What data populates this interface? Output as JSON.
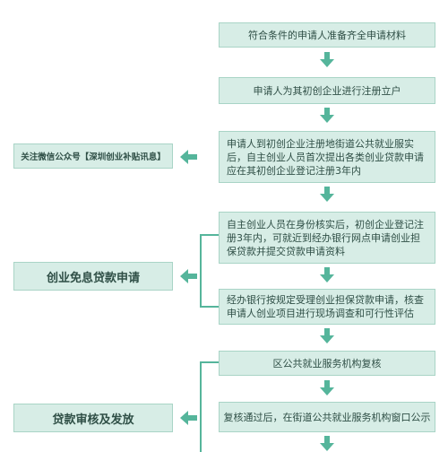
{
  "colors": {
    "box_fill": "#d7ede6",
    "box_border": "#a9d4c6",
    "arrow": "#55b59b",
    "text": "#2f4f46"
  },
  "steps": [
    {
      "text": "符合条件的申请人准备齐全申请材料"
    },
    {
      "text": "申请人为其初创企业进行注册立户"
    },
    {
      "text": "申请人到初创企业注册地街道公共就业服实后，自主创业人员首次提出各类创业贷款申请应在其初创企业登记注册3年内"
    },
    {
      "text": "自主创业人员在身份核实后，初创企业登记注册3年内，可就近到经办银行网点申请创业担保贷款并提交贷款申请资料"
    },
    {
      "text": "经办银行按规定受理创业担保贷款申请，核查申请人创业项目进行现场调查和可行性评估"
    },
    {
      "text": "区公共就业服务机构复核"
    },
    {
      "text": "复核通过后，在街道公共就业服务机构窗口公示"
    }
  ],
  "side_labels": {
    "wechat": "关注微信公众号【深圳创业补贴讯息】",
    "loan_apply": "创业免息贷款申请",
    "loan_review": "贷款审核及发放"
  },
  "icons": {
    "down": "arrow-down-icon",
    "left": "arrow-left-icon"
  }
}
